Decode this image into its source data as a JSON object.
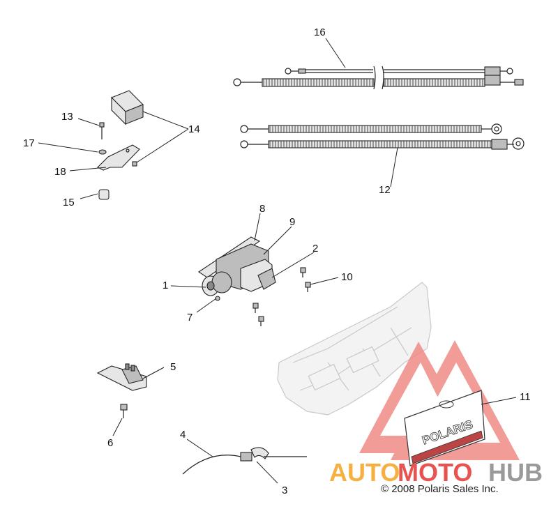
{
  "callouts": {
    "c1": "1",
    "c2": "2",
    "c3": "3",
    "c4": "4",
    "c5": "5",
    "c6": "6",
    "c7": "7",
    "c8": "8",
    "c9": "9",
    "c10": "10",
    "c11": "11",
    "c12": "12",
    "c13": "13",
    "c14": "14",
    "c15": "15",
    "c16": "16",
    "c17": "17",
    "c18": "18"
  },
  "copyright": "© 2008 Polaris Sales Inc.",
  "plate_brand": "POLARIS",
  "watermark": {
    "text_part1": "AUTO",
    "text_part2": "MOTO",
    "text_part3": "HUB",
    "color_orange": "#f6b042",
    "color_red": "#e8524f",
    "color_gray": "#9a9a9a"
  }
}
